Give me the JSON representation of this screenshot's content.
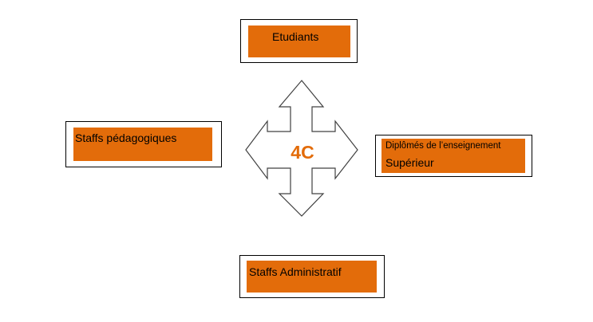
{
  "colors": {
    "fill": "#E36C0A",
    "center_text": "#E36C0A",
    "border": "#000000",
    "arrow_stroke": "#404040"
  },
  "center": {
    "label": "4C",
    "shape": "four-way-arrow"
  },
  "nodes": {
    "top": {
      "label": "Etudiants"
    },
    "left": {
      "label": "Staffs pédagogiques"
    },
    "right": {
      "line1": "Diplômés de l’enseignement",
      "line2": "Supérieur"
    },
    "bottom": {
      "label": "Staffs Administratif"
    }
  }
}
